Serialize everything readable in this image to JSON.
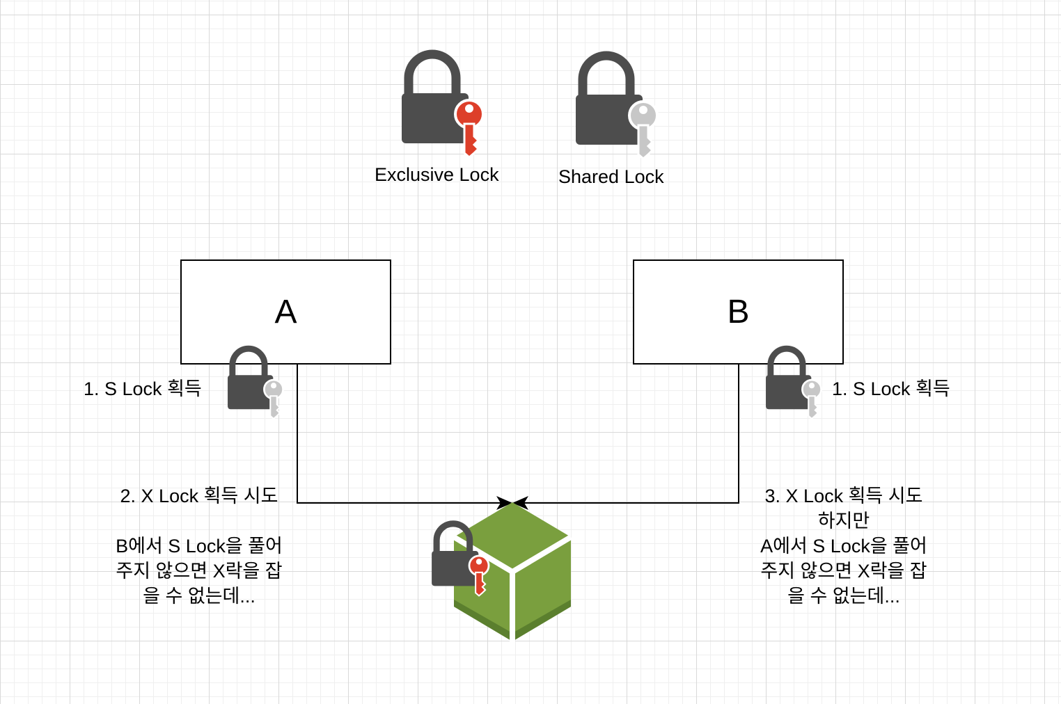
{
  "legend": {
    "exclusive_label": "Exclusive Lock",
    "shared_label": "Shared Lock"
  },
  "nodes": {
    "a_label": "A",
    "b_label": "B"
  },
  "steps": {
    "a_step1": "1. S Lock 획득",
    "b_step1": "1. S Lock 획득",
    "a_step2": "2. X Lock 획득 시도\n\nB에서 S Lock을 풀어\n주지 않으면 X락을 잡\n을 수 없는데...",
    "b_step3": "3. X Lock 획득 시도\n하지만\nA에서 S Lock을 풀어\n주지 않으면 X락을 잡\n을 수 없는데..."
  },
  "colors": {
    "lock_body": "#4d4d4d",
    "exclusive_key": "#dd3f2a",
    "shared_key": "#c7c7c7",
    "resource_green": "#7a9f3e",
    "resource_dark": "#5b7f2e"
  },
  "icons": {
    "exclusive": "lock-with-red-key-icon",
    "shared": "lock-with-gray-key-icon",
    "resource": "green-cube-resource-icon"
  }
}
